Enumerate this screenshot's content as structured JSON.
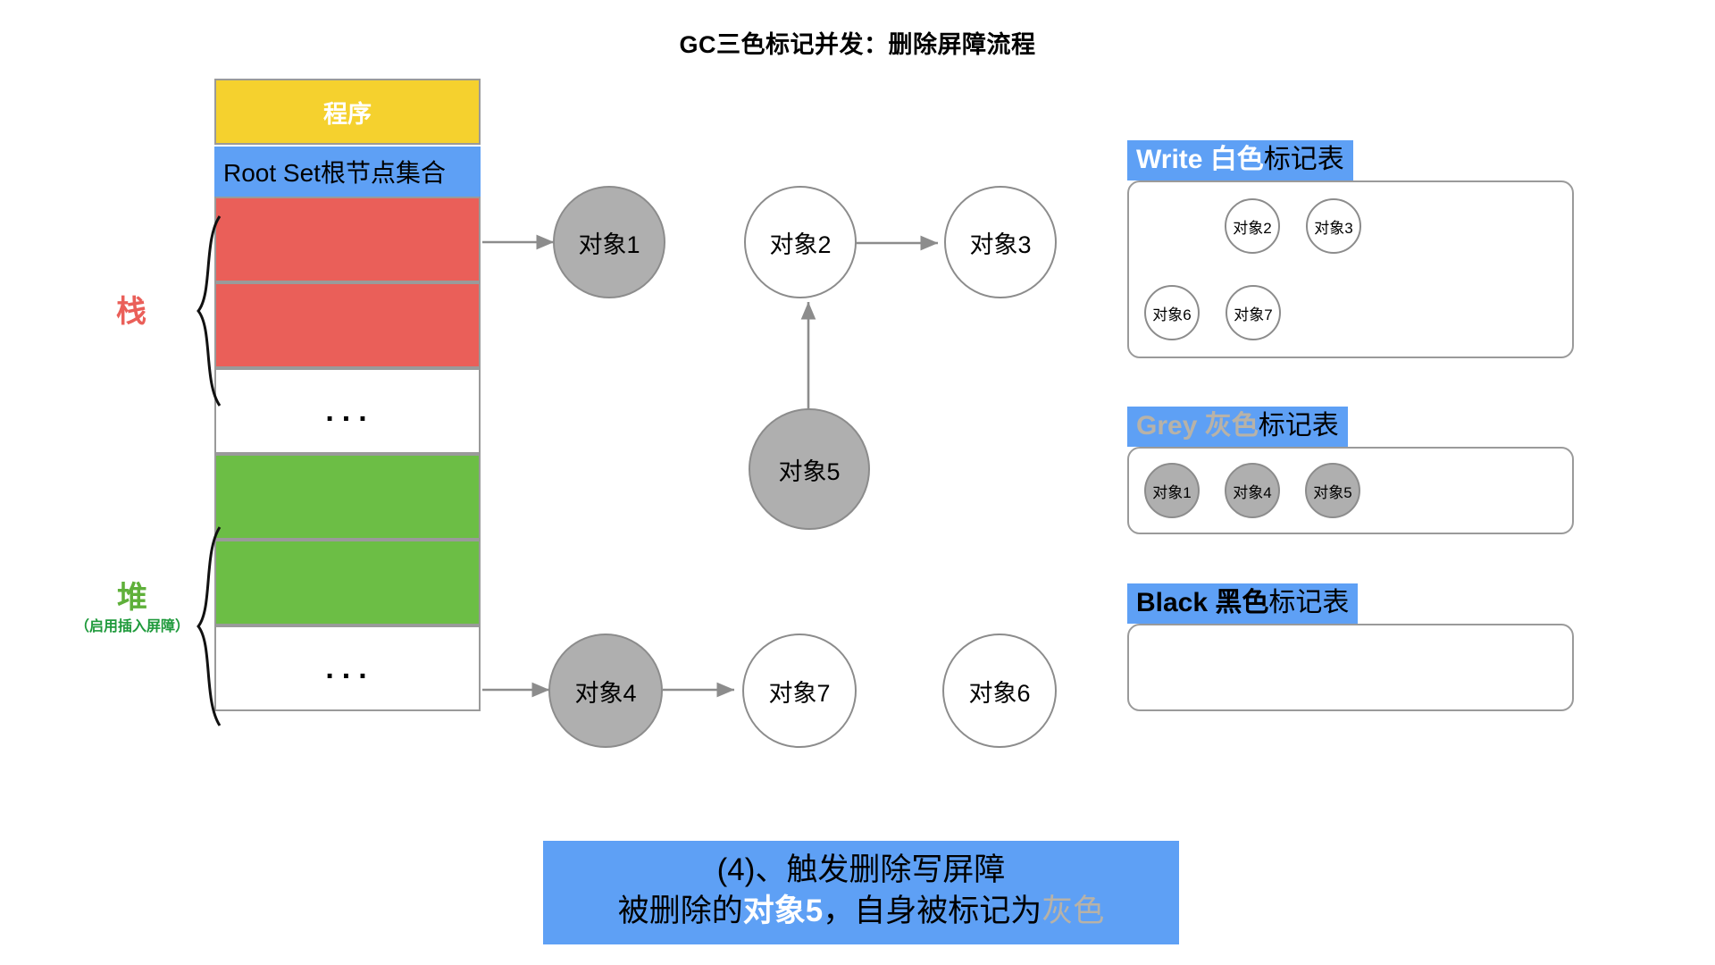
{
  "title": "GC三色标记并发：删除屏障流程",
  "memory": {
    "program_label": "程序",
    "rootset_label": "Root Set根节点集合",
    "dots": "...",
    "stack_label": "栈",
    "heap_label": "堆",
    "heap_sublabel": "（启用插入屏障）"
  },
  "graph": {
    "nodes": [
      {
        "id": "obj1",
        "label": "对象1",
        "color": "grey"
      },
      {
        "id": "obj2",
        "label": "对象2",
        "color": "white"
      },
      {
        "id": "obj3",
        "label": "对象3",
        "color": "white"
      },
      {
        "id": "obj5",
        "label": "对象5",
        "color": "grey"
      },
      {
        "id": "obj4",
        "label": "对象4",
        "color": "grey"
      },
      {
        "id": "obj7",
        "label": "对象7",
        "color": "white"
      },
      {
        "id": "obj6",
        "label": "对象6",
        "color": "white"
      }
    ],
    "edges": [
      {
        "from": "rootset-stack",
        "to": "obj1"
      },
      {
        "from": "obj2",
        "to": "obj3"
      },
      {
        "from": "obj5",
        "to": "obj2"
      },
      {
        "from": "heap-slot",
        "to": "obj4"
      },
      {
        "from": "obj4",
        "to": "obj7"
      }
    ]
  },
  "mark_tables": [
    {
      "id": "white",
      "title_en": "Write",
      "title_cn_color": "白色",
      "title_cn_rest": "标记表",
      "items": [
        {
          "label": "对象2",
          "color": "white"
        },
        {
          "label": "对象3",
          "color": "white"
        },
        {
          "label": "对象6",
          "color": "white"
        },
        {
          "label": "对象7",
          "color": "white"
        }
      ]
    },
    {
      "id": "grey",
      "title_en": "Grey",
      "title_cn_color": "灰色",
      "title_cn_rest": "标记表",
      "items": [
        {
          "label": "对象1",
          "color": "grey"
        },
        {
          "label": "对象4",
          "color": "grey"
        },
        {
          "label": "对象5",
          "color": "grey"
        }
      ]
    },
    {
      "id": "black",
      "title_en": "Black",
      "title_cn_color": "黑色",
      "title_cn_rest": "标记表",
      "items": []
    }
  ],
  "caption": {
    "line1": "(4)、触发删除写屏障",
    "line2_a": "被删除的",
    "line2_b": "对象5",
    "line2_c": "，自身被标记为",
    "line2_d": "灰色"
  },
  "colors": {
    "accent_blue": "#5EA0F5",
    "program_yellow": "#F5D12E",
    "stack_red": "#EA5F59",
    "heap_green": "#6CBE45",
    "node_grey": "#AFAFAF",
    "border_grey": "#9A9A9A",
    "grey_text": "#B8B2A7"
  }
}
